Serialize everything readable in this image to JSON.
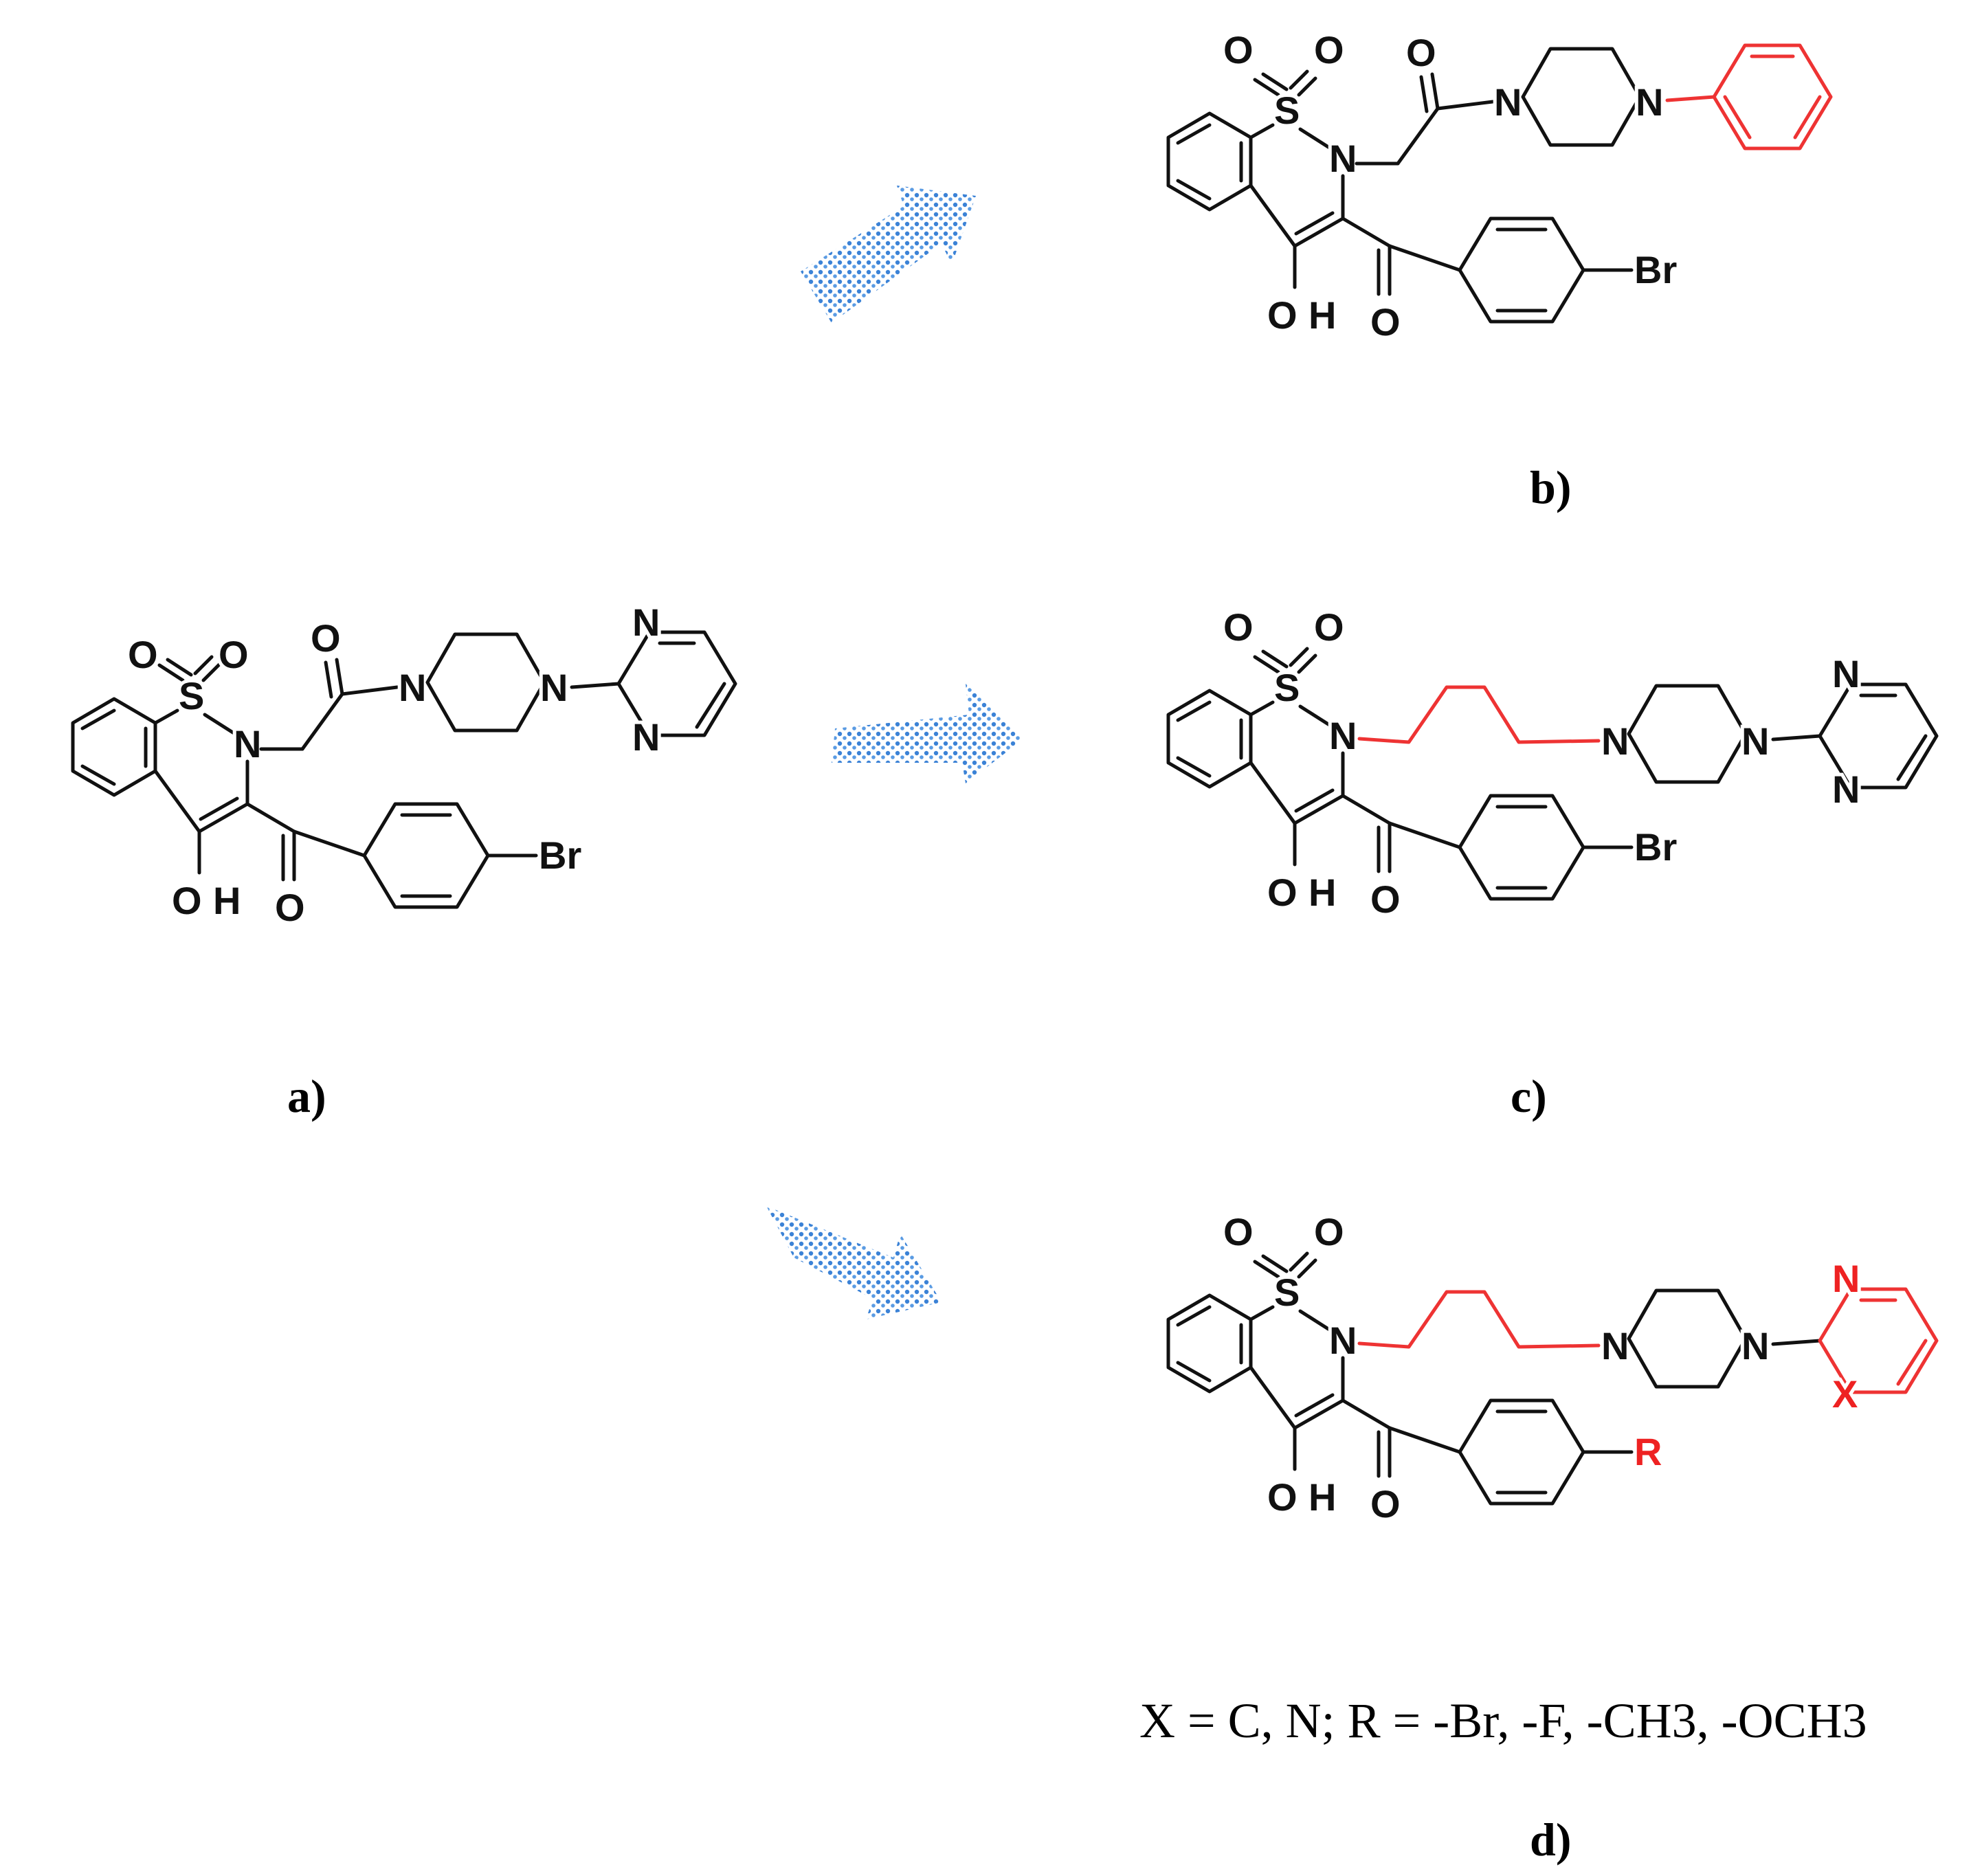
{
  "colors": {
    "bond": "#111111",
    "modification": "#ee3333",
    "arrow_dots": "#3b82d6"
  },
  "atoms": {
    "sulfur": "S",
    "oxygen": "O",
    "nitrogen": "N",
    "hydroxyl_o": "O",
    "hydroxyl_h": "H",
    "bromine": "Br",
    "substituent_r": "R",
    "ring_variable_x": "X"
  },
  "panels": {
    "a": {
      "label": "a)"
    },
    "b": {
      "label": "b)"
    },
    "c": {
      "label": "c)"
    },
    "d": {
      "label": "d)"
    }
  },
  "substituent_note": "X = C, N;    R = -Br, -F, -CH3, -OCH3",
  "arrows": [
    {
      "from": "a",
      "to": "b"
    },
    {
      "from": "a",
      "to": "c"
    },
    {
      "from": "a",
      "to": "d"
    }
  ]
}
